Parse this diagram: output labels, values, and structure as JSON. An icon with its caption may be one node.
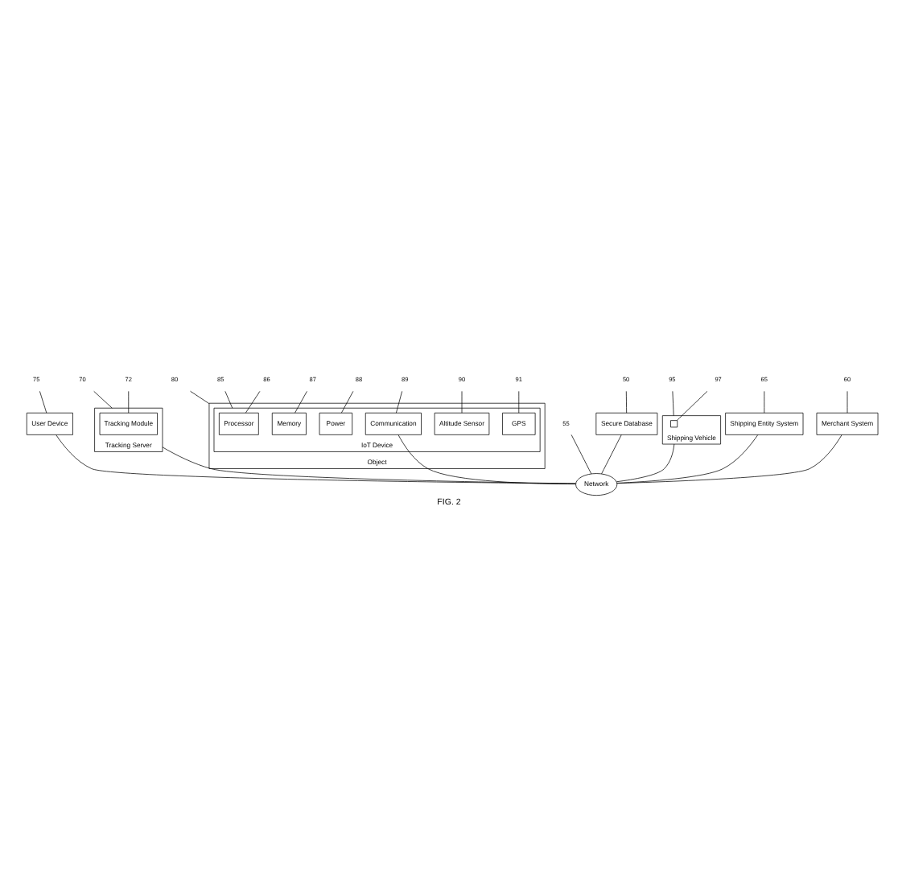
{
  "diagram": {
    "caption": "FIG. 2",
    "nodes": [
      {
        "text": [
          "80"
        ]
      },
      {
        "text": [
          "Object"
        ]
      },
      {
        "text": [
          "85"
        ]
      },
      {
        "text": [
          "IoT Device"
        ],
        "in": 1
      },
      {
        "text": [
          "86"
        ]
      },
      {
        "text": [
          "Processor"
        ],
        "in": 3
      },
      {
        "text": [
          "87"
        ]
      },
      {
        "text": [
          "Memory"
        ],
        "in": 3
      },
      {
        "text": [
          "88"
        ]
      },
      {
        "text": [
          "Power"
        ],
        "in": 3
      },
      {
        "text": [
          "89"
        ]
      },
      {
        "text": [
          "Communication"
        ],
        "in": 3
      },
      {
        "text": [
          "90"
        ]
      },
      {
        "text": [
          "Altitude Sensor"
        ],
        "in": 3
      },
      {
        "text": [
          "91"
        ]
      },
      {
        "text": [
          "GPS"
        ],
        "in": 3
      },
      {
        "text": [
          "75"
        ]
      },
      {
        "text": [
          "User Device"
        ]
      },
      {
        "text": [
          "70"
        ]
      },
      {
        "text": [
          "Tracking Server"
        ]
      },
      {
        "text": [
          "72"
        ]
      },
      {
        "text": [
          "Tracking Module"
        ],
        "in": 19
      },
      {
        "text": [
          "55"
        ]
      },
      {
        "text": [
          "Network"
        ]
      },
      {
        "text": [
          "50"
        ]
      },
      {
        "text": [
          "Secure Database"
        ]
      },
      {
        "text": [
          "95"
        ]
      },
      {
        "text": [
          "Shipping Vehicle"
        ]
      },
      {
        "text": [
          "97"
        ]
      },
      {
        "text": [],
        "shape": "box",
        "in": 27
      },
      {
        "text": [
          "65"
        ]
      },
      {
        "text": [
          "Shipping Entity System"
        ]
      },
      {
        "text": [
          "60"
        ]
      },
      {
        "text": [
          "Merchant System"
        ]
      }
    ],
    "edges": [
      {
        "from": 0,
        "to": 1,
        "arrow": "none"
      },
      {
        "from": 2,
        "to": 3,
        "arrow": "none"
      },
      {
        "from": 4,
        "to": 5,
        "arrow": "none"
      },
      {
        "from": 6,
        "to": 7,
        "arrow": "none"
      },
      {
        "from": 8,
        "to": 9,
        "arrow": "none"
      },
      {
        "from": 10,
        "to": 11,
        "arrow": "none"
      },
      {
        "from": 12,
        "to": 13,
        "arrow": "none"
      },
      {
        "from": 14,
        "to": 15,
        "arrow": "none"
      },
      {
        "from": 16,
        "to": 17,
        "arrow": "none"
      },
      {
        "from": 18,
        "to": 19,
        "arrow": "none"
      },
      {
        "from": 20,
        "to": 21,
        "arrow": "none"
      },
      {
        "from": 22,
        "to": 23,
        "arrow": "none"
      },
      {
        "from": 24,
        "to": 25,
        "arrow": "none"
      },
      {
        "from": 26,
        "to": 27,
        "arrow": "none"
      },
      {
        "from": 28,
        "to": 29,
        "arrow": "none"
      },
      {
        "from": 30,
        "to": 31,
        "arrow": "none"
      },
      {
        "from": 32,
        "to": 33,
        "arrow": "none"
      },
      {
        "from": 11,
        "to": 23,
        "arrow": "none"
      },
      {
        "from": 17,
        "to": 23,
        "arrow": "none"
      },
      {
        "from": 19,
        "to": 23,
        "arrow": "none"
      },
      {
        "from": 25,
        "to": 23,
        "arrow": "none"
      },
      {
        "from": 27,
        "to": 23,
        "arrow": "none"
      },
      {
        "from": 31,
        "to": 23,
        "arrow": "none"
      },
      {
        "from": 33,
        "to": 23,
        "arrow": "none"
      }
    ]
  }
}
